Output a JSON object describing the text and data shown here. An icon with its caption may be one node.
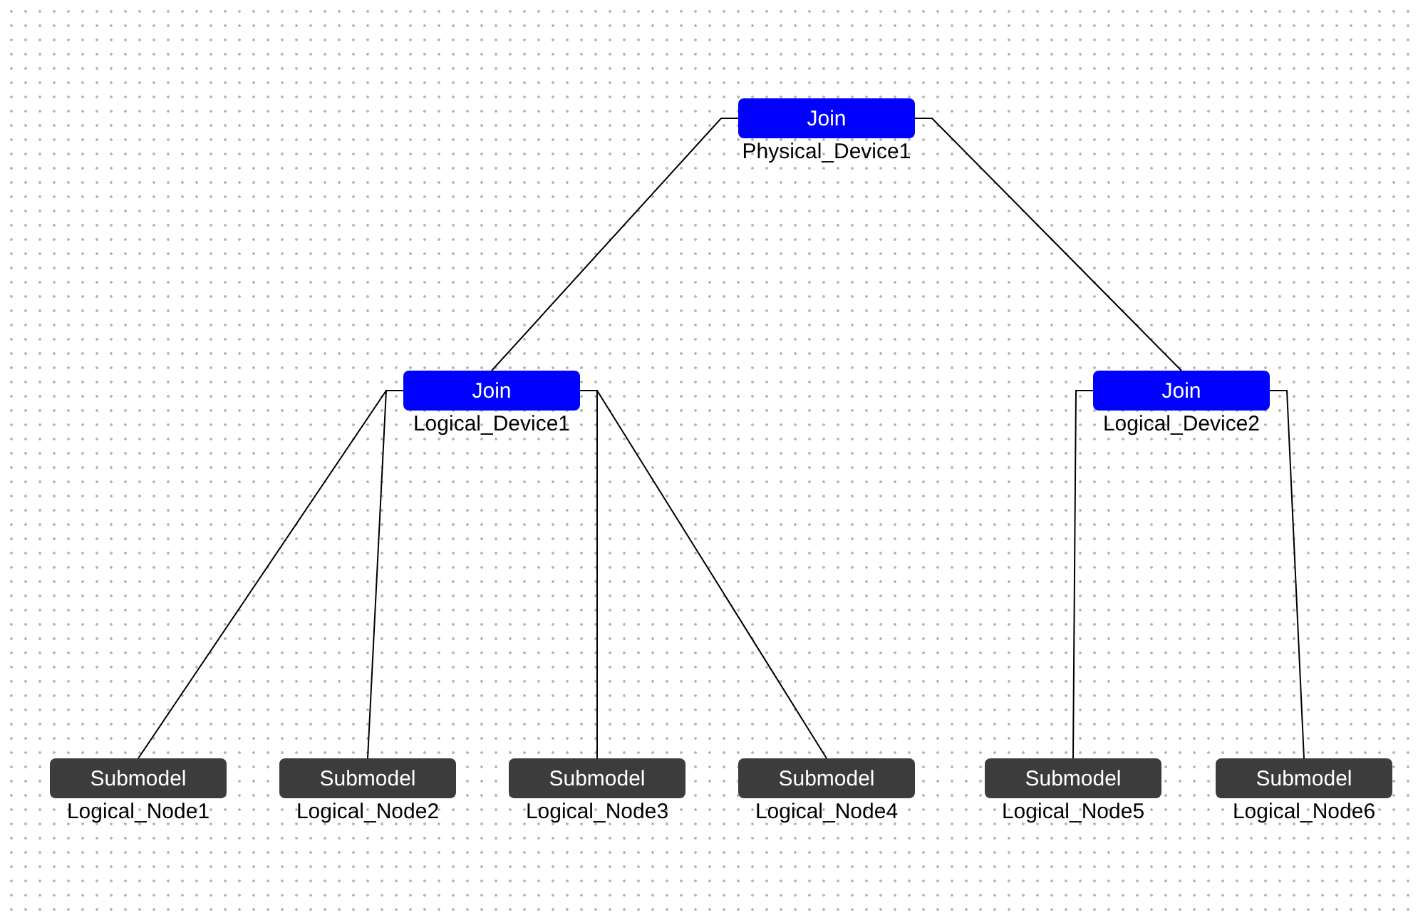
{
  "diagram": {
    "nodes": [
      {
        "text": [
          "Join"
        ],
        "beside": [
          "Physical_Device1"
        ]
      },
      {
        "text": [
          "Join"
        ],
        "beside": [
          "Logical_Device1"
        ]
      },
      {
        "text": [
          "Join"
        ],
        "beside": [
          "Logical_Device2"
        ]
      },
      {
        "text": [
          "Submodel"
        ],
        "beside": [
          "Logical_Node1"
        ]
      },
      {
        "text": [
          "Submodel"
        ],
        "beside": [
          "Logical_Node2"
        ]
      },
      {
        "text": [
          "Submodel"
        ],
        "beside": [
          "Logical_Node3"
        ]
      },
      {
        "text": [
          "Submodel"
        ],
        "beside": [
          "Logical_Node4"
        ]
      },
      {
        "text": [
          "Submodel"
        ],
        "beside": [
          "Logical_Node5"
        ]
      },
      {
        "text": [
          "Submodel"
        ],
        "beside": [
          "Logical_Node6"
        ]
      }
    ],
    "edges": [
      {
        "from": 0,
        "to": 1,
        "arrow": "none"
      },
      {
        "from": 0,
        "to": 2,
        "arrow": "none"
      },
      {
        "from": 1,
        "to": 3,
        "arrow": "none"
      },
      {
        "from": 1,
        "to": 4,
        "arrow": "none"
      },
      {
        "from": 1,
        "to": 5,
        "arrow": "none"
      },
      {
        "from": 1,
        "to": 6,
        "arrow": "none"
      },
      {
        "from": 2,
        "to": 7,
        "arrow": "none"
      },
      {
        "from": 2,
        "to": 8,
        "arrow": "none"
      }
    ]
  }
}
